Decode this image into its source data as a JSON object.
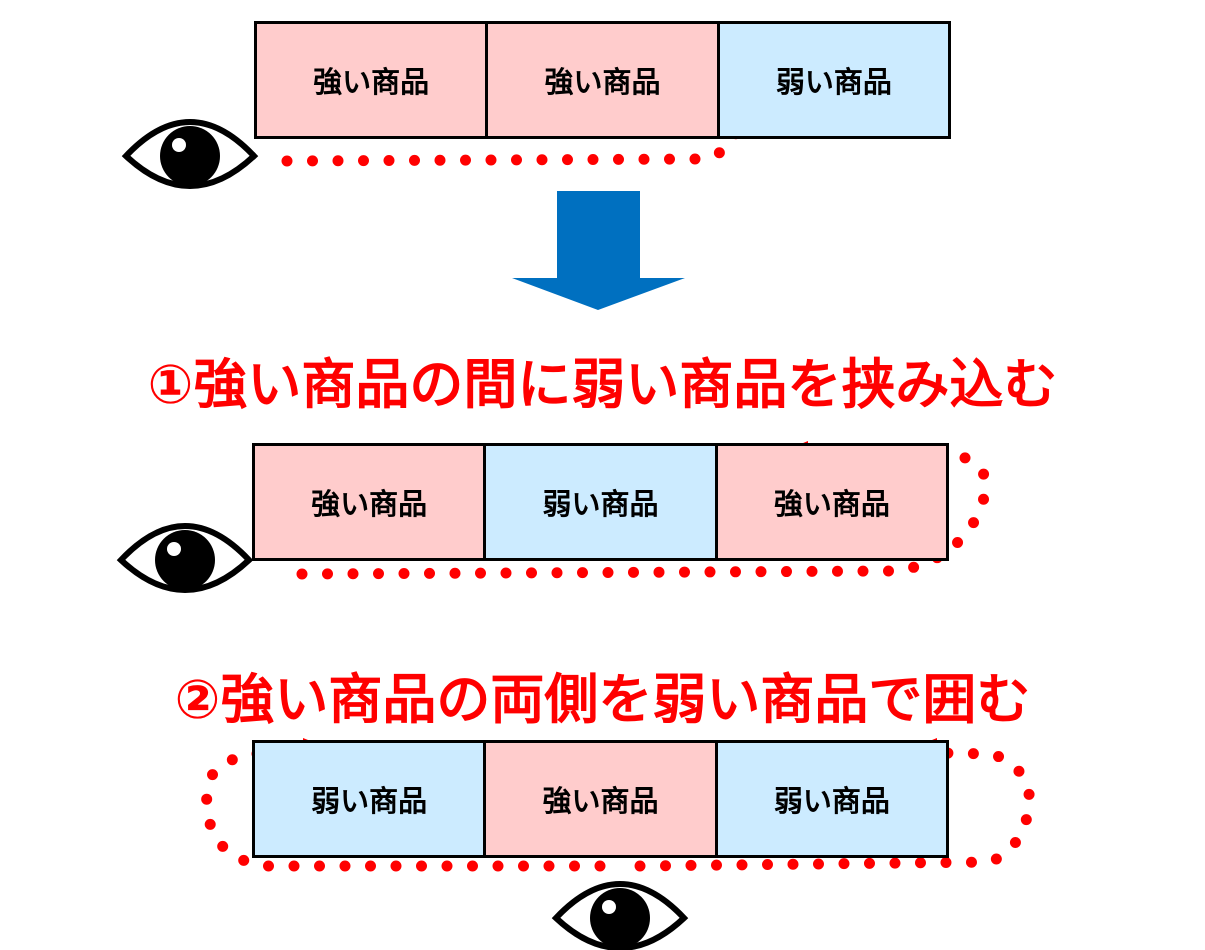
{
  "labels": {
    "strong": "強い商品",
    "weak": "弱い商品"
  },
  "headings": {
    "one": "①強い商品の間に弱い商品を挟み込む",
    "two": "②強い商品の両側を弱い商品で囲む"
  },
  "rows": {
    "before": [
      "強い商品",
      "強い商品",
      "弱い商品"
    ],
    "pattern1": [
      "強い商品",
      "弱い商品",
      "強い商品"
    ],
    "pattern2": [
      "弱い商品",
      "強い商品",
      "弱い商品"
    ]
  },
  "colors": {
    "strong": "#FFCCCC",
    "weak": "#CCEBFF",
    "path": "#FF0000",
    "arrow": "#0070C0"
  }
}
